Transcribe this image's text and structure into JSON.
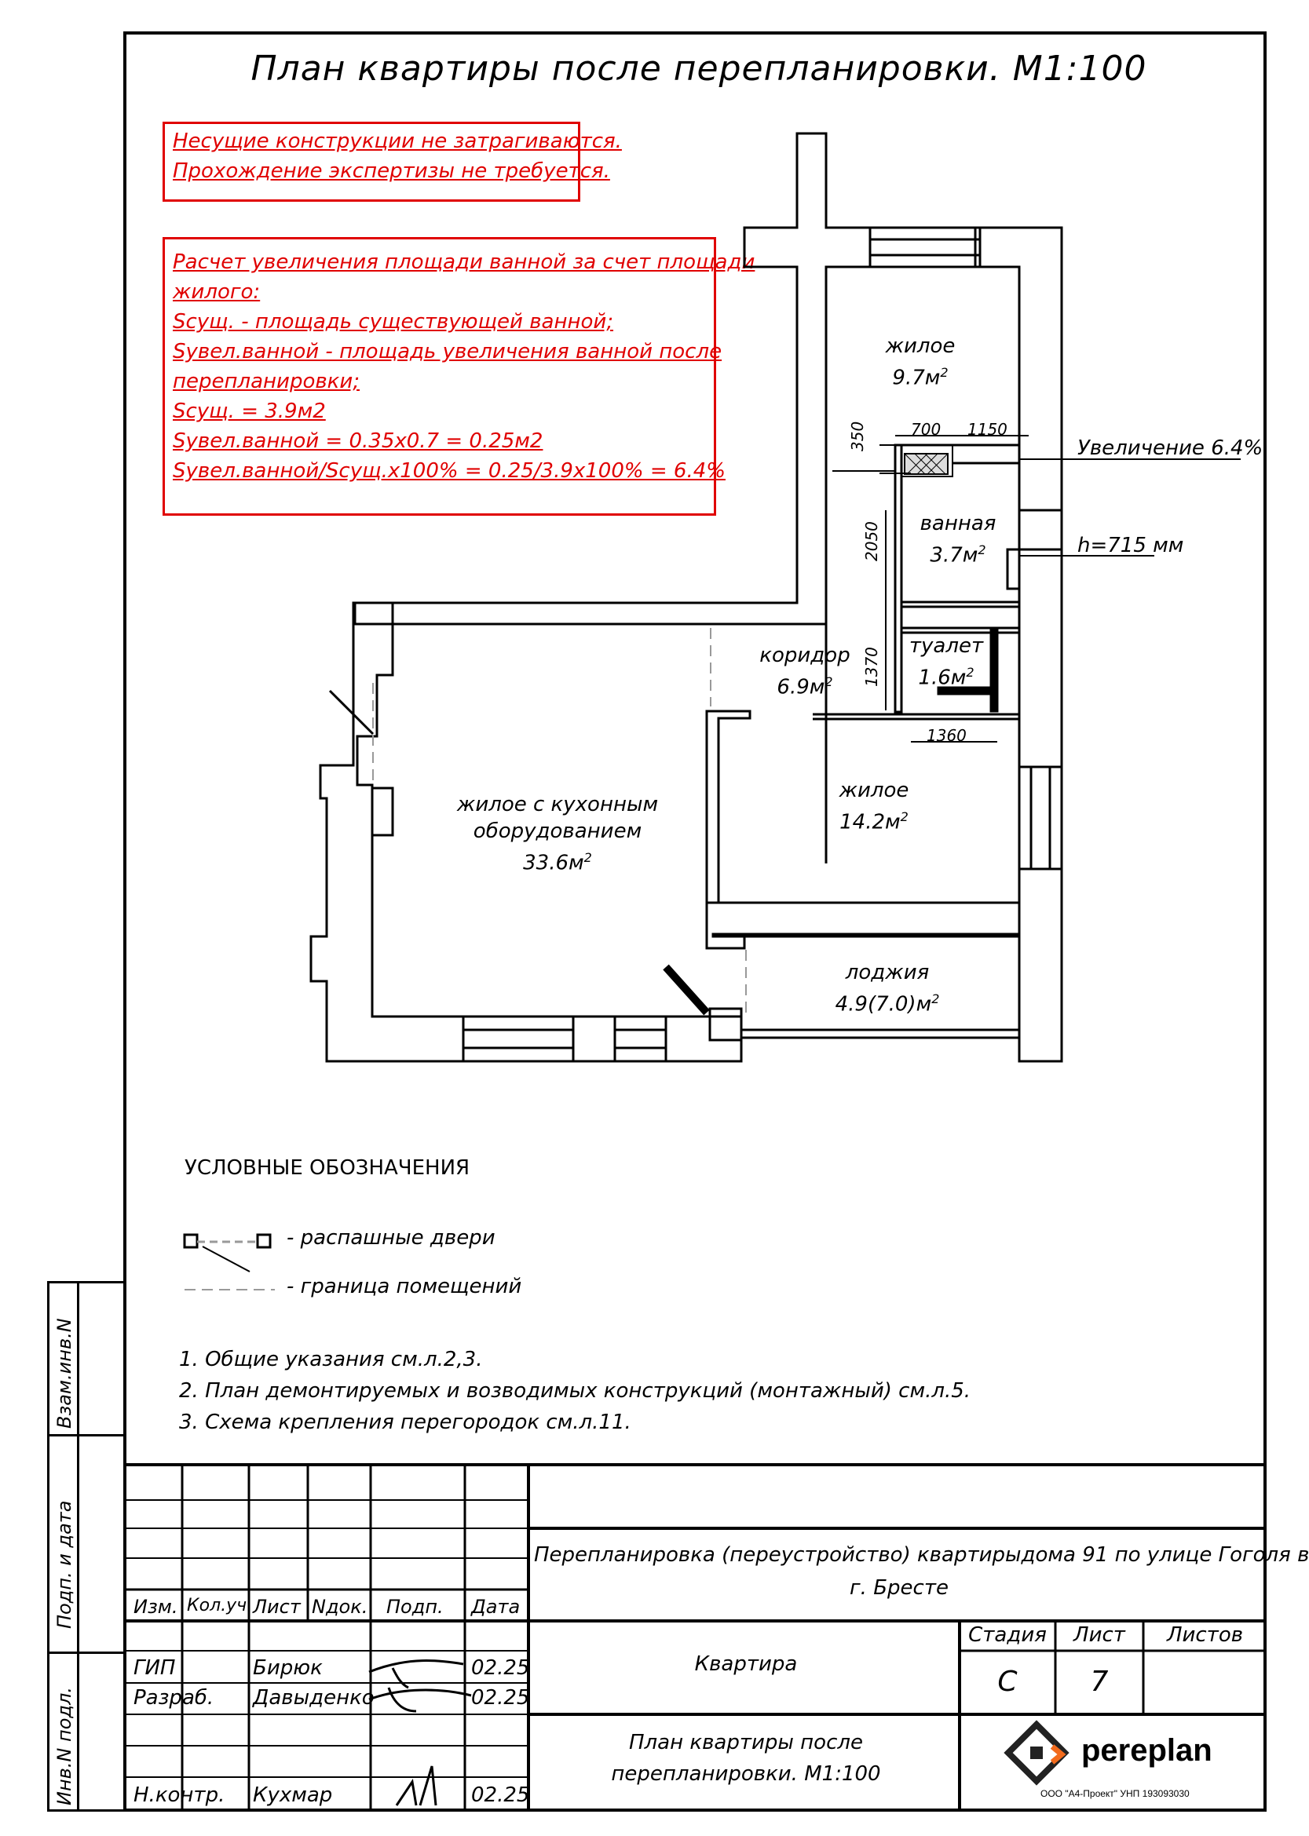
{
  "title": "План квартиры после  перепланировки. М1:100",
  "notice": [
    "Несущие конструкции не затрагиваются.",
    "Прохождение экспертизы не требуется."
  ],
  "calc": [
    "Расчет увеличения площади ванной за счет площади",
    "жилого:",
    "Sсущ. - площадь существующей ванной;",
    "Sувел.ванной - площадь увеличения ванной после",
    "перепланировки;",
    "Sсущ. = 3.9м2",
    "Sувел.ванной = 0.35x0.7  = 0.25м2",
    "Sувел.ванной/Sсущ.x100% = 0.25/3.9x100% = 6.4%"
  ],
  "rooms": {
    "living1": {
      "name": "жилое",
      "area": "9.7м",
      "sup": "2"
    },
    "bath": {
      "name": "ванная",
      "area": "3.7м",
      "sup": "2"
    },
    "corridor": {
      "name": "коридор",
      "area": "6.9м",
      "sup": "2"
    },
    "toilet": {
      "name": "туалет",
      "area": "1.6м",
      "sup": "2"
    },
    "kitchen": {
      "line1": "жилое с кухонным",
      "line2": "оборудованием",
      "area": "33.6м",
      "sup": "2"
    },
    "living2": {
      "name": "жилое",
      "area": "14.2м",
      "sup": "2"
    },
    "loggia": {
      "name": "лоджия",
      "area": "4.9(7.0)м",
      "sup": "2"
    }
  },
  "dims": {
    "d700": "700",
    "d1150": "1150",
    "d350": "350",
    "d2050": "2050",
    "d1370": "1370",
    "d1360": "1360"
  },
  "callouts": {
    "increase": "Увеличение  6.4%",
    "height": "h=715 мм"
  },
  "legend": {
    "heading": "УСЛОВНЫЕ ОБОЗНАЧЕНИЯ",
    "doors": "- распашные двери",
    "boundary": "- граница помещений"
  },
  "notes": [
    "1.  Общие указания см.л.2,3.",
    "2.  План демонтируемых и возводимых конструкций (монтажный) см.л.5.",
    "3.  Схема крепления перегородок см.л.11."
  ],
  "side": {
    "vzam": "Взам.инв.N",
    "podp": "Подп. и дата",
    "inv": "Инв.N подл."
  },
  "stamp": {
    "headers": [
      "Изм.",
      "Кол.уч.",
      "Лист",
      "Nдок.",
      "Подп.",
      "Дата"
    ],
    "rows": [
      {
        "role": "ГИП",
        "name": "Бирюк",
        "date": "02.25"
      },
      {
        "role": "Разраб.",
        "name": "Давыденко",
        "date": "02.25"
      },
      {
        "role": "Н.контр.",
        "name": "Кухмар",
        "date": "02.25"
      }
    ],
    "project": "Перепланировка (переустройство) квартирыдома  91 по улице Гоголя в",
    "city": "г. Бресте",
    "object": "Квартира",
    "sheet_title1": "План квартиры после",
    "sheet_title2": "перепланировки. М1:100",
    "stage_label": "Стадия",
    "sheet_label": "Лист",
    "sheets_label": "Листов",
    "stage": "С",
    "sheet": "7",
    "logo": "pereplan",
    "company": "ООО \"А4-Проект\" УНП 193093030"
  }
}
